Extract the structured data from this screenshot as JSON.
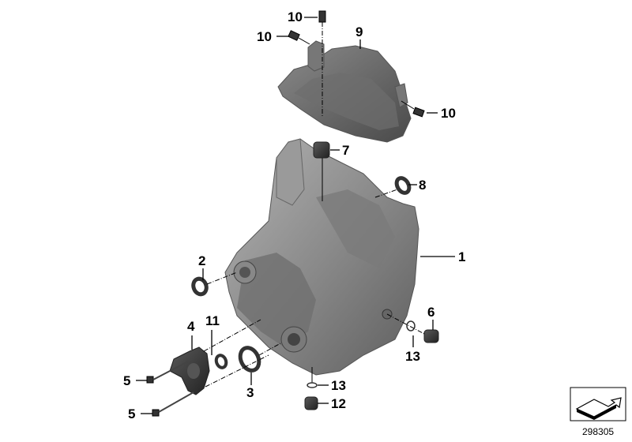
{
  "diagram": {
    "type": "exploded-parts-view",
    "subject": "Gearbox housing",
    "diagram_number": "298305",
    "colors": {
      "background": "#ffffff",
      "part_dark": "#3c3c3c",
      "part_mid": "#707070",
      "part_light": "#a8a8a8",
      "leader": "#000000"
    },
    "nav_icon": "next-page-arrow-icon"
  },
  "callouts": [
    {
      "id": "c1",
      "label": "1",
      "part": "gearbox-housing"
    },
    {
      "id": "c2",
      "label": "2",
      "part": "shaft-seal-ring-left"
    },
    {
      "id": "c3",
      "label": "3",
      "part": "shaft-seal-ring-output"
    },
    {
      "id": "c4",
      "label": "4",
      "part": "mounting-bracket"
    },
    {
      "id": "c5a",
      "label": "5",
      "part": "bolt-upper"
    },
    {
      "id": "c5b",
      "label": "5",
      "part": "bolt-lower"
    },
    {
      "id": "c6",
      "label": "6",
      "part": "screw-plug-side"
    },
    {
      "id": "c7",
      "label": "7",
      "part": "breather-cap"
    },
    {
      "id": "c8",
      "label": "8",
      "part": "shaft-seal-ring-top"
    },
    {
      "id": "c9",
      "label": "9",
      "part": "cover"
    },
    {
      "id": "c10a",
      "label": "10",
      "part": "cover-bolt-top"
    },
    {
      "id": "c10b",
      "label": "10",
      "part": "cover-bolt-left"
    },
    {
      "id": "c10c",
      "label": "10",
      "part": "cover-bolt-right"
    },
    {
      "id": "c11",
      "label": "11",
      "part": "small-seal-ring"
    },
    {
      "id": "c12",
      "label": "12",
      "part": "drain-plug"
    },
    {
      "id": "c13a",
      "label": "13",
      "part": "o-ring-side"
    },
    {
      "id": "c13b",
      "label": "13",
      "part": "o-ring-bottom"
    }
  ]
}
